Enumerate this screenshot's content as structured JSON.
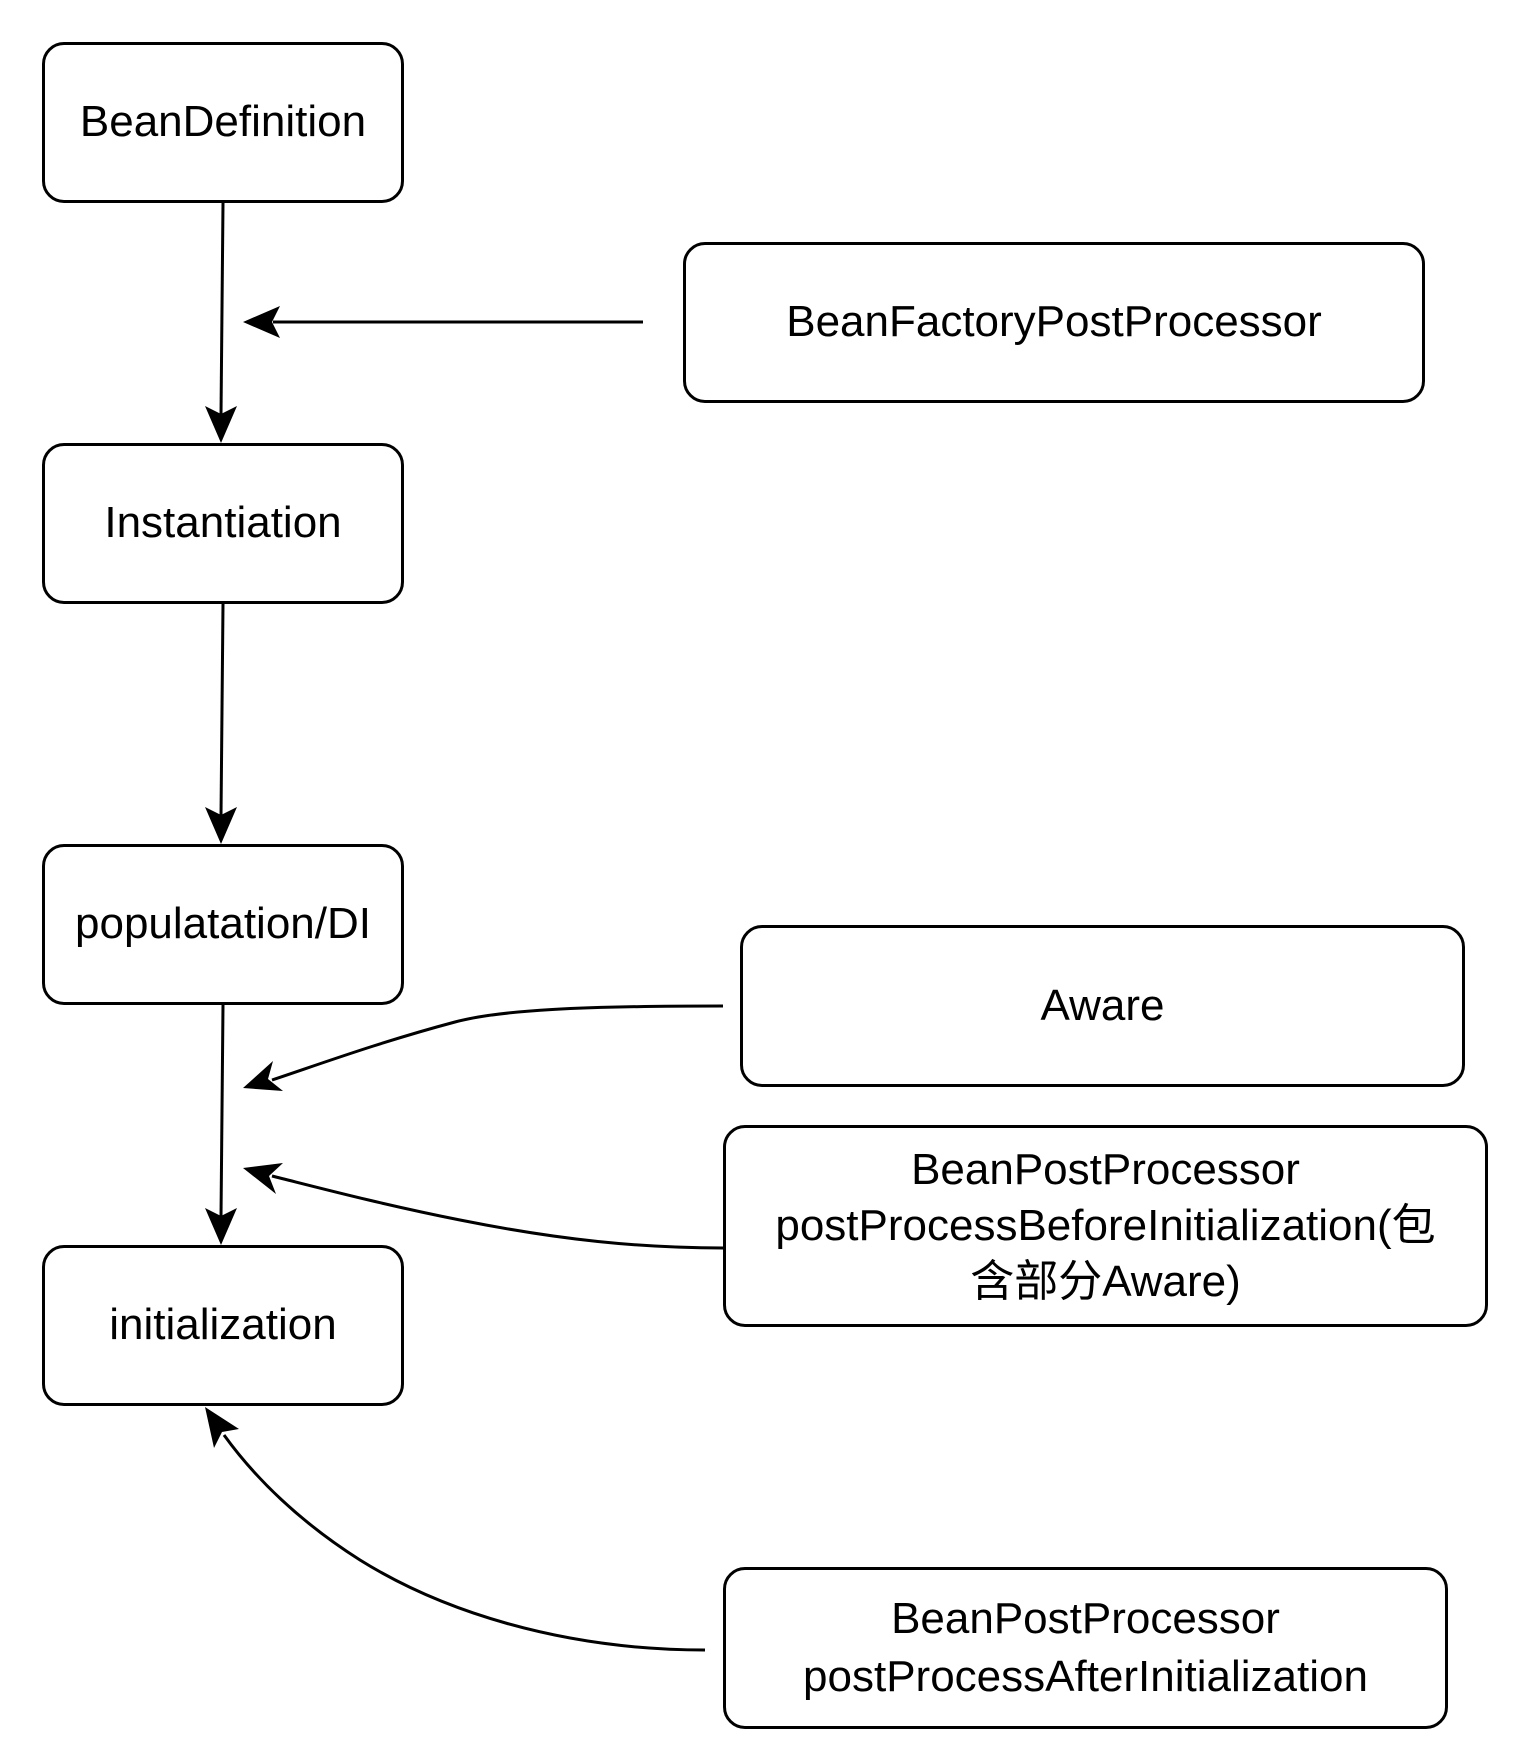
{
  "diagram": {
    "type": "flowchart",
    "colors": {
      "stroke": "#000000",
      "fill": "#ffffff",
      "text": "#000000"
    },
    "nodes": {
      "bean_definition": {
        "lines": [
          "BeanDefinition"
        ]
      },
      "instantiation": {
        "lines": [
          "Instantiation"
        ]
      },
      "population": {
        "lines": [
          "populatation/DI"
        ]
      },
      "initialization": {
        "lines": [
          "initialization"
        ]
      },
      "bean_factory_post_processor": {
        "lines": [
          "BeanFactoryPostProcessor"
        ]
      },
      "aware": {
        "lines": [
          "Aware"
        ]
      },
      "bean_post_processor_before": {
        "lines": [
          "BeanPostProcessor",
          "postProcessBeforeInitialization(包",
          "含部分Aware)"
        ]
      },
      "bean_post_processor_after": {
        "lines": [
          "BeanPostProcessor",
          "postProcessAfterInitialization"
        ]
      }
    },
    "edges": [
      {
        "from": "bean_definition",
        "to": "instantiation"
      },
      {
        "from": "instantiation",
        "to": "population"
      },
      {
        "from": "population",
        "to": "initialization"
      },
      {
        "from": "bean_factory_post_processor",
        "to": "edge:bean_definition-instantiation"
      },
      {
        "from": "aware",
        "to": "edge:population-initialization"
      },
      {
        "from": "bean_post_processor_before",
        "to": "edge:population-initialization"
      },
      {
        "from": "bean_post_processor_after",
        "to": "initialization"
      }
    ]
  }
}
